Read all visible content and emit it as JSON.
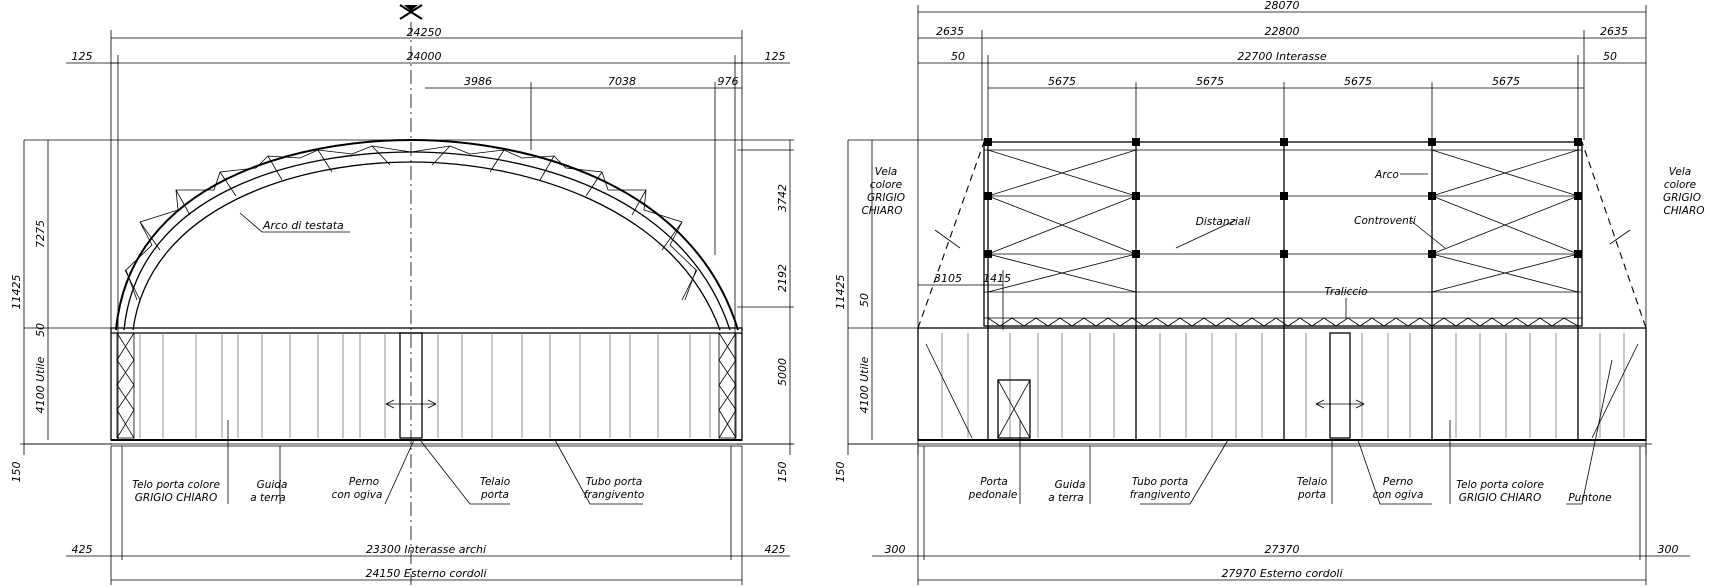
{
  "front_view": {
    "dims": {
      "overall_top": "24250",
      "inner_top": "24000",
      "edge_left": "125",
      "edge_right": "125",
      "seg_a": "3986",
      "seg_b": "7038",
      "seg_c": "976",
      "height_total": "11425",
      "height_arch": "7275",
      "ledge": "50",
      "useful": "4100 Utile",
      "base_left": "150",
      "right_a": "3742",
      "right_b": "2192",
      "right_c": "5000",
      "base_right": "150",
      "bottom_left": "425",
      "bottom_mid": "23300 Interasse archi",
      "bottom_right": "425",
      "bottom_total": "24150 Esterno cordoli"
    },
    "labels": {
      "arch": "Arco di testata",
      "telo_1": "Telo porta colore",
      "telo_2": "GRIGIO CHIARO",
      "guida_1": "Guida",
      "guida_2": "a terra",
      "perno_1": "Perno",
      "perno_2": "con ogiva",
      "telaio_1": "Telaio",
      "telaio_2": "porta",
      "tubo_1": "Tubo porta",
      "tubo_2": "frangivento"
    }
  },
  "side_view": {
    "dims": {
      "overall_top": "28070",
      "left_ext": "2635",
      "mid": "22800",
      "right_ext": "2635",
      "left_50": "50",
      "interasse": "22700 Interasse",
      "right_50": "50",
      "bay_1": "5675",
      "bay_2": "5675",
      "bay_3": "5675",
      "bay_4": "5675",
      "height_total": "11425",
      "ledge": "50",
      "useful": "4100 Utile",
      "base": "150",
      "off_a": "3105",
      "off_b": "1415",
      "bottom_left": "300",
      "bottom_mid": "27370",
      "bottom_right": "300",
      "bottom_total": "27970 Esterno cordoli"
    },
    "labels": {
      "vela_l_1": "Vela",
      "vela_l_2": "colore",
      "vela_l_3": "GRIGIO",
      "vela_l_4": "CHIARO",
      "vela_r_1": "Vela",
      "vela_r_2": "colore",
      "vela_r_3": "GRIGIO",
      "vela_r_4": "CHIARO",
      "arco": "Arco",
      "distanziali": "Distanziali",
      "controventi": "Controventi",
      "traliccio": "Traliccio",
      "porta_1": "Porta",
      "porta_2": "pedonale",
      "guida_1": "Guida",
      "guida_2": "a terra",
      "tubo_1": "Tubo porta",
      "tubo_2": "frangivento",
      "telaio_1": "Telaio",
      "telaio_2": "porta",
      "perno_1": "Perno",
      "perno_2": "con ogiva",
      "telo_1": "Telo porta colore",
      "telo_2": "GRIGIO CHIARO",
      "puntone": "Puntone"
    }
  }
}
